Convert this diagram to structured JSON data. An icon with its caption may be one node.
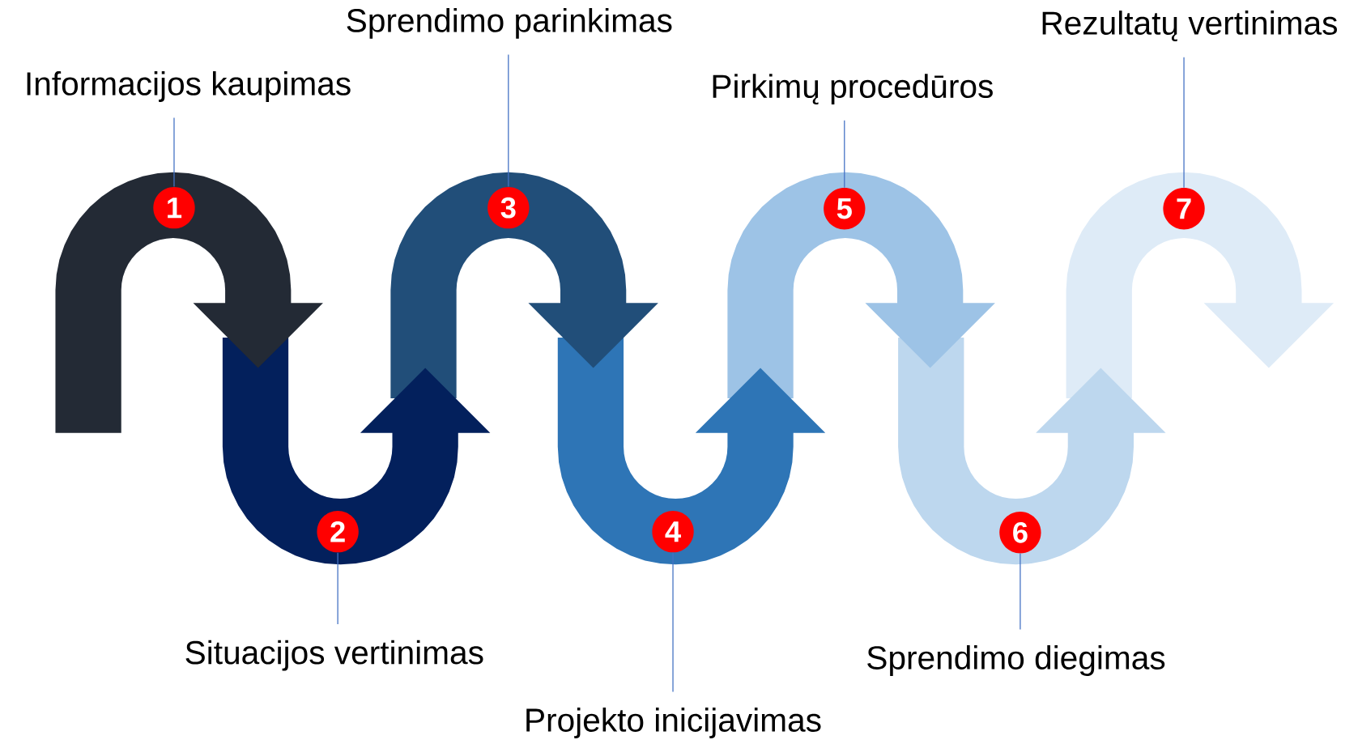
{
  "diagram": {
    "nodes": [
      {
        "text": [
          "Informacijos kaupimas"
        ]
      },
      {
        "text": [
          "Situacijos vertinimas"
        ]
      },
      {
        "text": [
          "Sprendimo parinkimas"
        ]
      },
      {
        "text": [
          "Projekto inicijavimas"
        ]
      },
      {
        "text": [
          "Pirkimų procedūros"
        ]
      },
      {
        "text": [
          "Sprendimo diegimas"
        ]
      },
      {
        "text": [
          "Rezultatų vertinimas"
        ]
      },
      {
        "text": [
          "1"
        ]
      },
      {
        "text": [
          "2"
        ]
      },
      {
        "text": [
          "3"
        ]
      },
      {
        "text": [
          "4"
        ]
      },
      {
        "text": [
          "5"
        ]
      },
      {
        "text": [
          "6"
        ]
      },
      {
        "text": [
          "7"
        ]
      }
    ],
    "edges": [
      {
        "from": 0,
        "to": 7,
        "arrow": "none"
      },
      {
        "from": 1,
        "to": 8,
        "arrow": "none"
      },
      {
        "from": 2,
        "to": 9,
        "arrow": "none"
      },
      {
        "from": 3,
        "to": 10,
        "arrow": "none"
      },
      {
        "from": 4,
        "to": 11,
        "arrow": "none"
      },
      {
        "from": 5,
        "to": 12,
        "arrow": "none"
      },
      {
        "from": 6,
        "to": 13,
        "arrow": "none"
      }
    ]
  }
}
